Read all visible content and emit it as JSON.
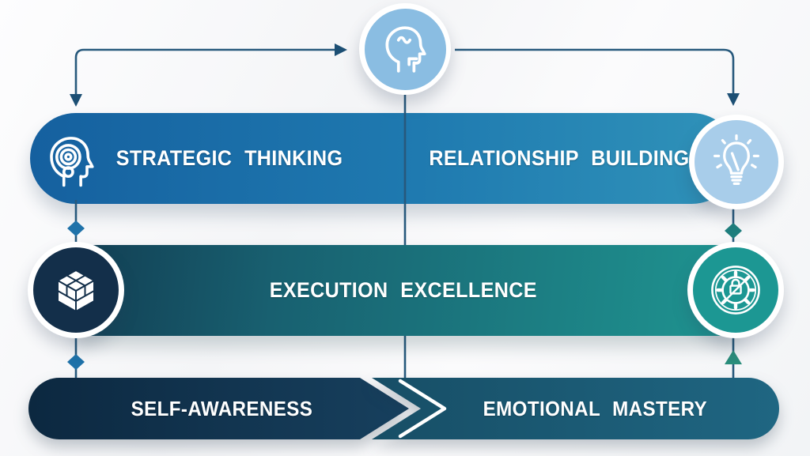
{
  "rows": {
    "row1": {
      "left_label": "STRATEGIC THINKING",
      "right_label": "RELATIONSHIP BUILDING",
      "left_icon": "head-gear-icon",
      "right_icon": "lightbulb-icon"
    },
    "row2": {
      "label": "EXECUTION EXCELLENCE",
      "left_icon": "bricks-cube-icon",
      "right_icon": "gear-badge-icon"
    },
    "row3": {
      "left_label": "SELF-AWARENESS",
      "right_label": "EMOTIONAL MASTERY"
    }
  },
  "top_node": {
    "icon": "head-profile-icon"
  },
  "colors": {
    "row1_gradient_start": "#15609f",
    "row1_gradient_end": "#3093b9",
    "row2_gradient_start": "#123e53",
    "row2_gradient_end": "#1f9591",
    "row3_left_navy": "#102e48",
    "row3_right_teal": "#1d5e78",
    "connector_line": "#27597c",
    "arrowhead_blue": "#1c4f74",
    "diamond_blue": "#1f72a9",
    "diamond_teal": "#1f7f7e",
    "arrow_up_green": "#2b8e7c",
    "top_circle_fill": "#8abde2",
    "bulb_circle_fill": "#a8cdea",
    "dark_circle_fill": "#132f4a",
    "teal_circle_fill": "#1c9793",
    "text": "#ffffff"
  }
}
